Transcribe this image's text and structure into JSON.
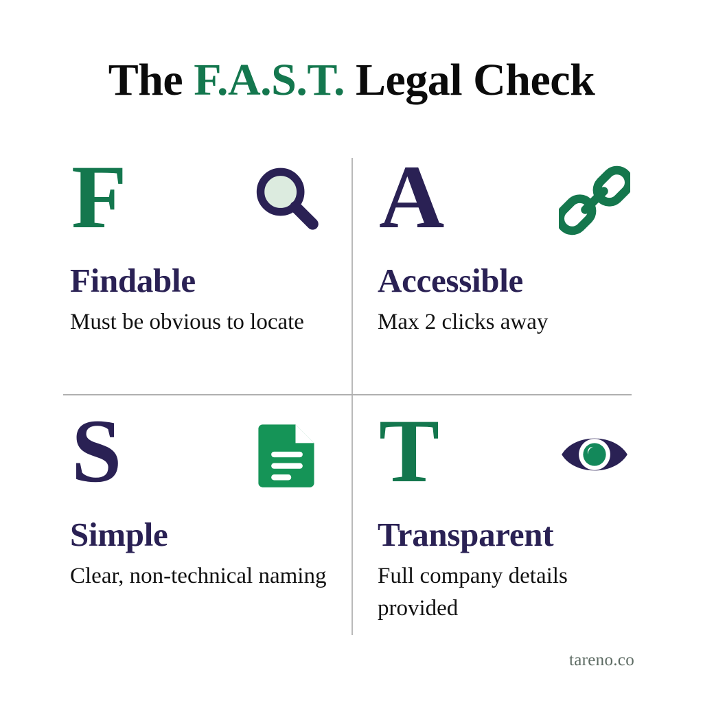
{
  "page": {
    "title_prefix": "The ",
    "title_accent": "F.A.S.T.",
    "title_suffix": " Legal Check",
    "watermark": "tareno.co"
  },
  "colors": {
    "green": "#14774E",
    "navy": "#2A2154",
    "lens_fill": "#DCEBDF",
    "black": "#0b0b0b",
    "divider": "#b5b5b5",
    "background": "#ffffff",
    "watermark": "#5d6b63"
  },
  "quadrants": [
    {
      "letter": "F",
      "letter_color": "green",
      "icon": "magnifier-icon",
      "heading": "Findable",
      "description": "Must be obvious to locate"
    },
    {
      "letter": "A",
      "letter_color": "navy",
      "icon": "chain-link-icon",
      "heading": "Accessible",
      "description": "Max 2 clicks away"
    },
    {
      "letter": "S",
      "letter_color": "navy",
      "icon": "document-icon",
      "heading": "Simple",
      "description": "Clear, non-technical naming"
    },
    {
      "letter": "T",
      "letter_color": "green",
      "icon": "eye-icon",
      "heading": "Transparent",
      "description": "Full company details provided"
    }
  ]
}
